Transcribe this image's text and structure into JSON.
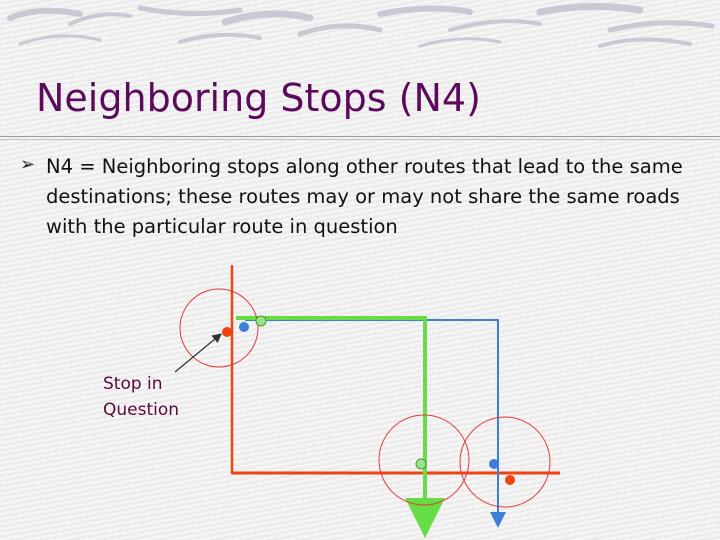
{
  "slide": {
    "title": "Neighboring Stops (N4)",
    "bullet": "N4 = Neighboring stops along other routes that lead to the same destinations; these routes may or may not share the same roads with the particular route in question"
  },
  "diagram": {
    "label_line1": "Stop in",
    "label_line2": "Question",
    "colors": {
      "red_route": "#ee4410",
      "green_route": "#66dd44",
      "blue_route": "#3b7fd8",
      "circle": "#e03a3a",
      "title": "#5c0b5c"
    }
  }
}
